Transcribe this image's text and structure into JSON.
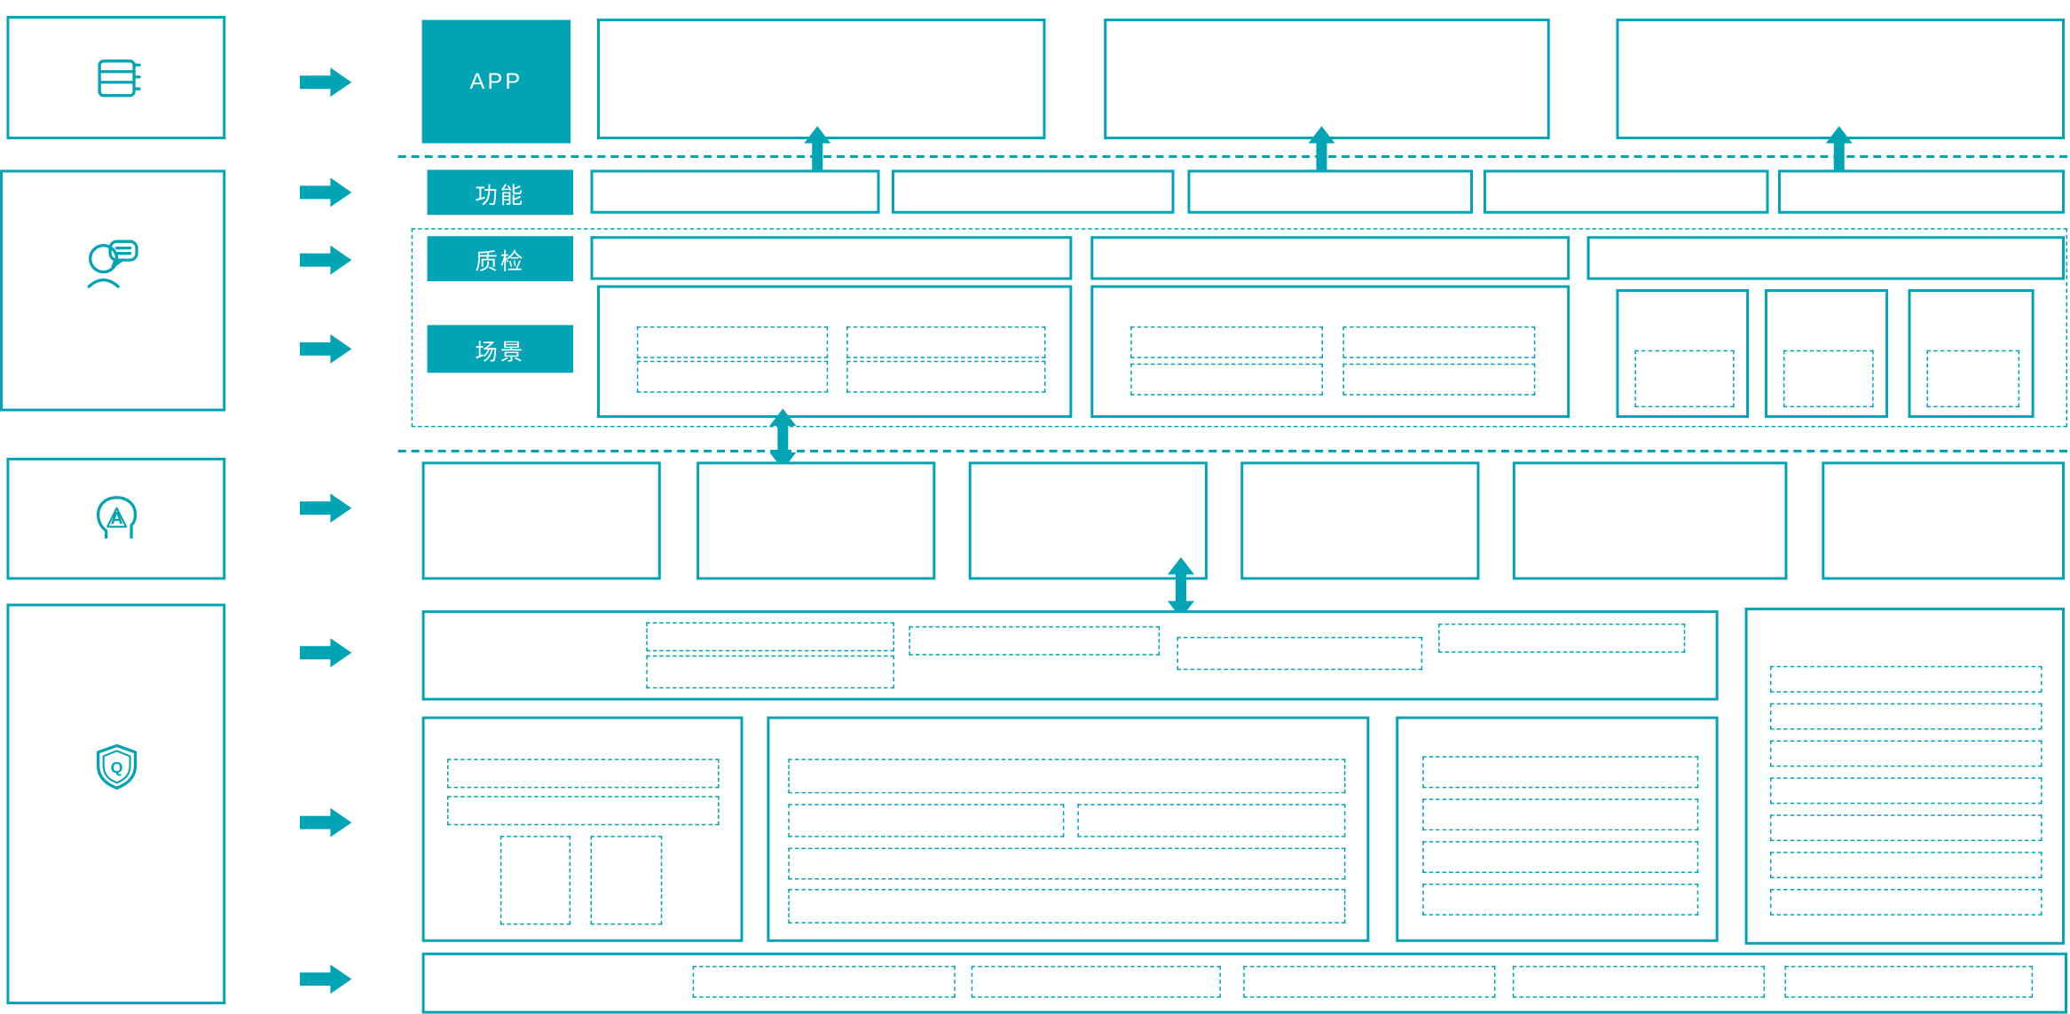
{
  "meta": {
    "accent_color": "#00A4B5",
    "background_color": "#ffffff"
  },
  "sidebar": {
    "panels": [
      {
        "icon": "server-stack-icon"
      },
      {
        "icon": "support-agent-icon"
      },
      {
        "icon": "ai-assistant-icon"
      },
      {
        "icon": "quality-shield-icon"
      }
    ]
  },
  "labels": {
    "app": "APP",
    "function": "功能",
    "quality_inspection": "质检",
    "scene": "场景"
  }
}
